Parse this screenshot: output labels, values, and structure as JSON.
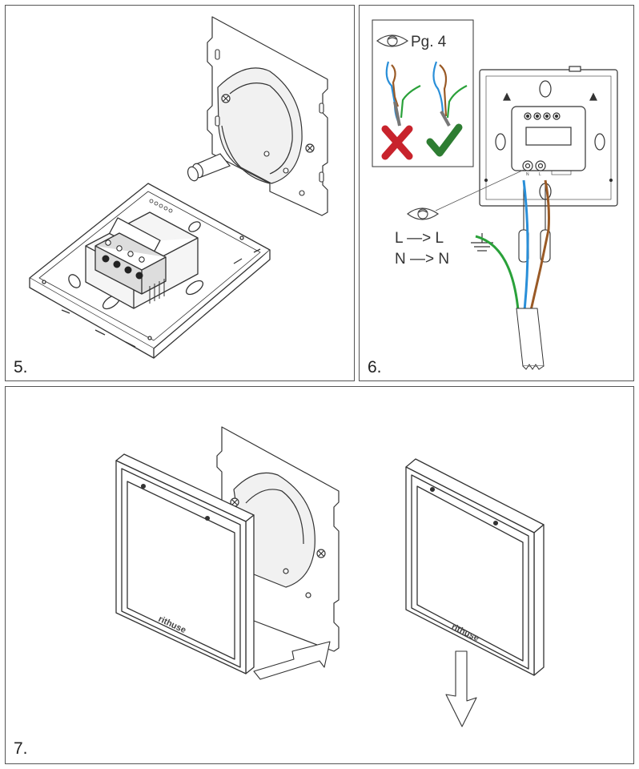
{
  "steps": {
    "five": "5.",
    "six": "6.",
    "seven": "7."
  },
  "wiring": {
    "reference": "Pg. 4",
    "live_rule": "L —> L",
    "neutral_rule": "N —> N",
    "terminal_n": "N",
    "terminal_l": "L",
    "indicators": {
      "wrong": "cross",
      "right": "check"
    }
  },
  "brand_logo": "rithuse",
  "colors": {
    "wire_blue": "#2a8fd8",
    "wire_brown": "#9a5a26",
    "wire_green": "#2aa13a",
    "cross_red": "#c8232c",
    "check_green": "#2e7d32",
    "line": "#333333"
  },
  "icons": [
    "eye-icon",
    "ground-icon",
    "cross-icon",
    "check-icon",
    "screwdriver-icon",
    "arrow-icon"
  ]
}
